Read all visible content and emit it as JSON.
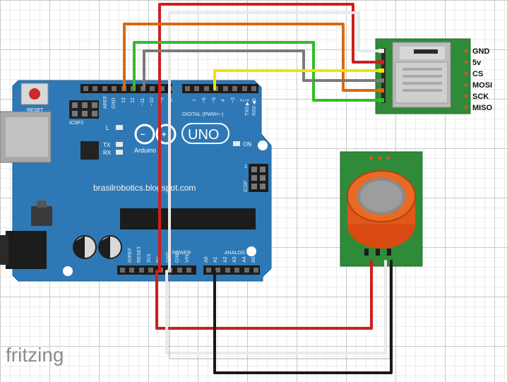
{
  "watermark": "brasilrobotics.blogspot.com",
  "logo": "fritzing",
  "board": {
    "reset_label": "RESET",
    "icsp2_label": "ICSP2",
    "icsp_label": "ICSP",
    "led_l": "L",
    "led_tx": "TX",
    "led_rx": "RX",
    "on_label": "ON",
    "brand": "Arduino",
    "model": "UNO",
    "digital_label": "DIGITAL (PWM=~)",
    "power_label": "POWER",
    "analog_label": "ANALOG IN",
    "aref": "AREF",
    "gnd": "GND",
    "d13": "13",
    "d12": "12",
    "d11": "~11",
    "d10": "~10",
    "d9": "~9",
    "d8": "8",
    "d7": "7",
    "d6": "~6",
    "d5": "~5",
    "d4": "4",
    "d3": "~3",
    "d2": "2",
    "tx1": "TX0 ▶1",
    "rx0": "RX0 ◀0",
    "ioref": "IOREF",
    "reset_pin": "RESET",
    "v33": "3V3",
    "v5": "5V",
    "gnd1": "GND",
    "gnd2": "GND",
    "vin": "VIN",
    "a0": "A0",
    "a1": "A1",
    "a2": "A2",
    "a3": "A3",
    "a4": "A4",
    "a5": "A5",
    "icsp_1": "1"
  },
  "sd_module": {
    "pins": [
      "GND",
      "5v",
      "CS",
      "MOSI",
      "SCK",
      "MISO"
    ]
  },
  "colors": {
    "board": "#2e79b5",
    "wire_red": "#cc1f1f",
    "wire_orange": "#d96a12",
    "wire_green": "#33bb2a",
    "wire_gray": "#7a7a7a",
    "wire_white": "#e9e9e9",
    "wire_yellow": "#f0e400",
    "wire_black": "#1a1a1a",
    "sensor_board": "#2f8a3a",
    "sensor_body": "#e0561b"
  }
}
